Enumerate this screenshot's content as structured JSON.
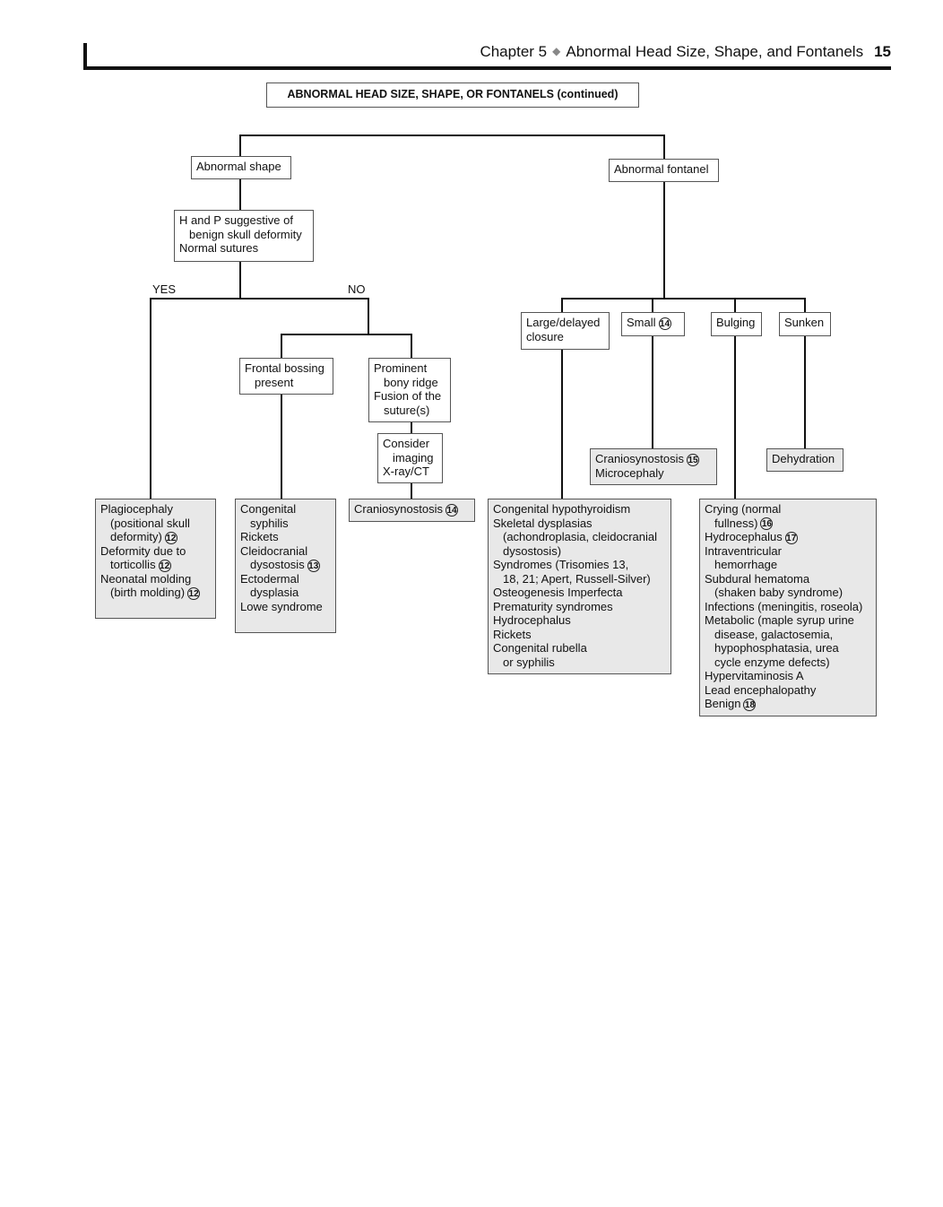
{
  "header": {
    "chapter": "Chapter 5",
    "title": "Abnormal Head Size, Shape, and Fontanels",
    "page": "15"
  },
  "flowchart": {
    "title": "ABNORMAL HEAD SIZE, SHAPE, OR FONTANELS (continued)",
    "abnormal_shape": "Abnormal shape",
    "abnormal_fontanel": "Abnormal fontanel",
    "hp_box": [
      {
        "text": "H and P suggestive of",
        "indent": false
      },
      {
        "text": "benign skull deformity",
        "indent": true
      },
      {
        "text": "Normal sutures",
        "indent": false
      }
    ],
    "yes_label": "YES",
    "no_label": "NO",
    "frontal_bossing": [
      {
        "text": "Frontal bossing",
        "indent": false
      },
      {
        "text": "present",
        "indent": true
      }
    ],
    "prominent_ridge": [
      {
        "text": "Prominent",
        "indent": false
      },
      {
        "text": "bony ridge",
        "indent": true
      },
      {
        "text": "Fusion of the",
        "indent": false
      },
      {
        "text": "suture(s)",
        "indent": true
      }
    ],
    "consider_imaging": [
      {
        "text": "Consider",
        "indent": false
      },
      {
        "text": "imaging",
        "indent": true
      },
      {
        "text": "X-ray/CT",
        "indent": false
      }
    ],
    "plagiocephaly": [
      {
        "text": "Plagiocephaly",
        "indent": false
      },
      {
        "text": "(positional skull",
        "indent": true
      },
      {
        "text": "deformity)",
        "indent": true,
        "ref": "12"
      },
      {
        "text": "Deformity due to",
        "indent": false
      },
      {
        "text": "torticollis",
        "indent": true,
        "ref": "12"
      },
      {
        "text": "Neonatal molding",
        "indent": false
      },
      {
        "text": "(birth molding)",
        "indent": true,
        "ref": "12"
      }
    ],
    "congenital_syphilis": [
      {
        "text": "Congenital",
        "indent": false
      },
      {
        "text": "syphilis",
        "indent": true
      },
      {
        "text": "Rickets",
        "indent": false
      },
      {
        "text": "Cleidocranial",
        "indent": false
      },
      {
        "text": "dysostosis",
        "indent": true,
        "ref": "13"
      },
      {
        "text": "Ectodermal",
        "indent": false
      },
      {
        "text": "dysplasia",
        "indent": true
      },
      {
        "text": "Lowe syndrome",
        "indent": false
      }
    ],
    "craniosynostosis_left": [
      {
        "text": "Craniosynostosis",
        "indent": false,
        "ref": "14"
      }
    ],
    "large_delayed": [
      {
        "text": "Large/delayed",
        "indent": false
      },
      {
        "text": "closure",
        "indent": false
      }
    ],
    "small": [
      {
        "text": "Small",
        "indent": false,
        "ref": "14"
      }
    ],
    "bulging": [
      {
        "text": "Bulging",
        "indent": false
      }
    ],
    "sunken": [
      {
        "text": "Sunken",
        "indent": false
      }
    ],
    "cranio_micro": [
      {
        "text": "Craniosynostosis",
        "indent": false,
        "ref": "15"
      },
      {
        "text": "Microcephaly",
        "indent": false
      }
    ],
    "dehydration": [
      {
        "text": "Dehydration",
        "indent": false
      }
    ],
    "large_causes": [
      {
        "text": "Congenital hypothyroidism",
        "indent": false
      },
      {
        "text": "Skeletal dysplasias",
        "indent": false
      },
      {
        "text": "(achondroplasia, cleidocranial",
        "indent": true
      },
      {
        "text": "dysostosis)",
        "indent": true
      },
      {
        "text": "Syndromes (Trisomies 13,",
        "indent": false
      },
      {
        "text": "18, 21; Apert, Russell-Silver)",
        "indent": true
      },
      {
        "text": "Osteogenesis Imperfecta",
        "indent": false
      },
      {
        "text": "Prematurity syndromes",
        "indent": false
      },
      {
        "text": "Hydrocephalus",
        "indent": false
      },
      {
        "text": "Rickets",
        "indent": false
      },
      {
        "text": "Congenital rubella",
        "indent": false
      },
      {
        "text": "or syphilis",
        "indent": true
      }
    ],
    "bulging_causes": [
      {
        "text": "Crying (normal",
        "indent": false
      },
      {
        "text": "fullness)",
        "indent": true,
        "ref": "16"
      },
      {
        "text": "Hydrocephalus",
        "indent": false,
        "ref": "17"
      },
      {
        "text": "Intraventricular",
        "indent": false
      },
      {
        "text": "hemorrhage",
        "indent": true
      },
      {
        "text": "Subdural hematoma",
        "indent": false
      },
      {
        "text": "(shaken baby syndrome)",
        "indent": true
      },
      {
        "text": "Infections (meningitis, roseola)",
        "indent": false
      },
      {
        "text": "Metabolic (maple syrup urine",
        "indent": false
      },
      {
        "text": "disease, galactosemia,",
        "indent": true
      },
      {
        "text": "hypophosphatasia, urea",
        "indent": true
      },
      {
        "text": "cycle enzyme defects)",
        "indent": true
      },
      {
        "text": "Hypervitaminosis A",
        "indent": false
      },
      {
        "text": "Lead encephalopathy",
        "indent": false
      },
      {
        "text": "Benign",
        "indent": false,
        "ref": "18"
      }
    ]
  }
}
